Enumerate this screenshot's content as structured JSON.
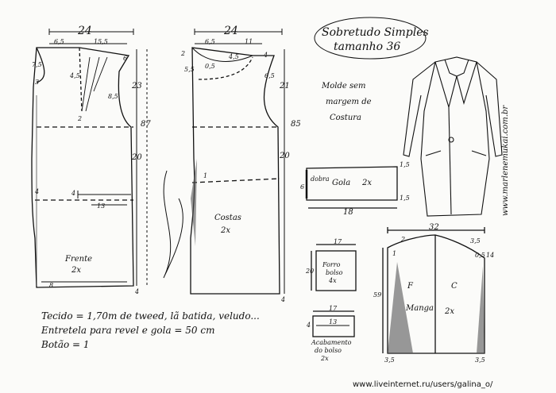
{
  "title": {
    "line1": "Sobretudo Simples",
    "line2": "tamanho 36"
  },
  "note": {
    "line1": "Molde sem",
    "line2": "margem de",
    "line3": "Costura"
  },
  "website_vertical": "www.marlenemukai.com.br",
  "front": {
    "width_total": "24",
    "dim_neck": "6,5",
    "dim_shoulder": "15,5",
    "dim_neck_depth": "7,5",
    "dim_3": "3",
    "dim_6": "6",
    "dim_armhole": "8,5",
    "dim_dart": "4,5",
    "dim_2": "2",
    "dim_upper": "23",
    "dim_length": "87",
    "dim_20": "20",
    "dim_4_left": "4",
    "dim_4_pocket": "4",
    "dim_pocket": "13",
    "label": "Frente",
    "count": "2x",
    "dim_hem": "8",
    "dim_4_bottom": "4"
  },
  "back": {
    "width_total": "24",
    "dim_neck": "6,5",
    "dim_shoulder": "11",
    "dim_2": "2",
    "dim_4_5_neck": "4,5",
    "dim_4": "4",
    "dim_5_5": "5,5",
    "dim_0_5": "0,5",
    "dim_armhole": "6,5",
    "dim_upper": "21",
    "dim_length": "85",
    "dim_20": "20",
    "dim_1": "1",
    "label": "Costas",
    "count": "2x",
    "dim_4_bottom": "4"
  },
  "collar": {
    "label": "Gola",
    "count": "2x",
    "dim_height": "6",
    "fold": "dobra",
    "dim_tip_top": "1,5",
    "dim_tip_bottom": "1,5",
    "dim_length": "18"
  },
  "pocket_lining": {
    "dim_width": "17",
    "dim_height": "20",
    "line1": "Forro",
    "line2": "bolso",
    "count": "4x"
  },
  "pocket_facing": {
    "dim_width": "17",
    "dim_height": "4",
    "dim_opening": "13",
    "line1": "Acabamento",
    "line2": "do bolso",
    "count": "2x"
  },
  "sleeve": {
    "dim_width": "32",
    "dim_2": "2",
    "dim_3_5": "3,5",
    "dim_1": "1",
    "dim_0_5": "0,5",
    "dim_cap": "14",
    "dim_length": "59",
    "front_mark": "F",
    "back_mark": "C",
    "label": "Manga",
    "count": "2x",
    "dim_hem_left": "3,5",
    "dim_hem_right": "3,5"
  },
  "materials": {
    "fabric": "Tecido = 1,70m de tweed, lã batida, veludo...",
    "interfacing": "Entretela para revel e gola = 50 cm",
    "buttons": "Botão = 1"
  },
  "footer_url": "www.liveinternet.ru/users/galina_o/"
}
